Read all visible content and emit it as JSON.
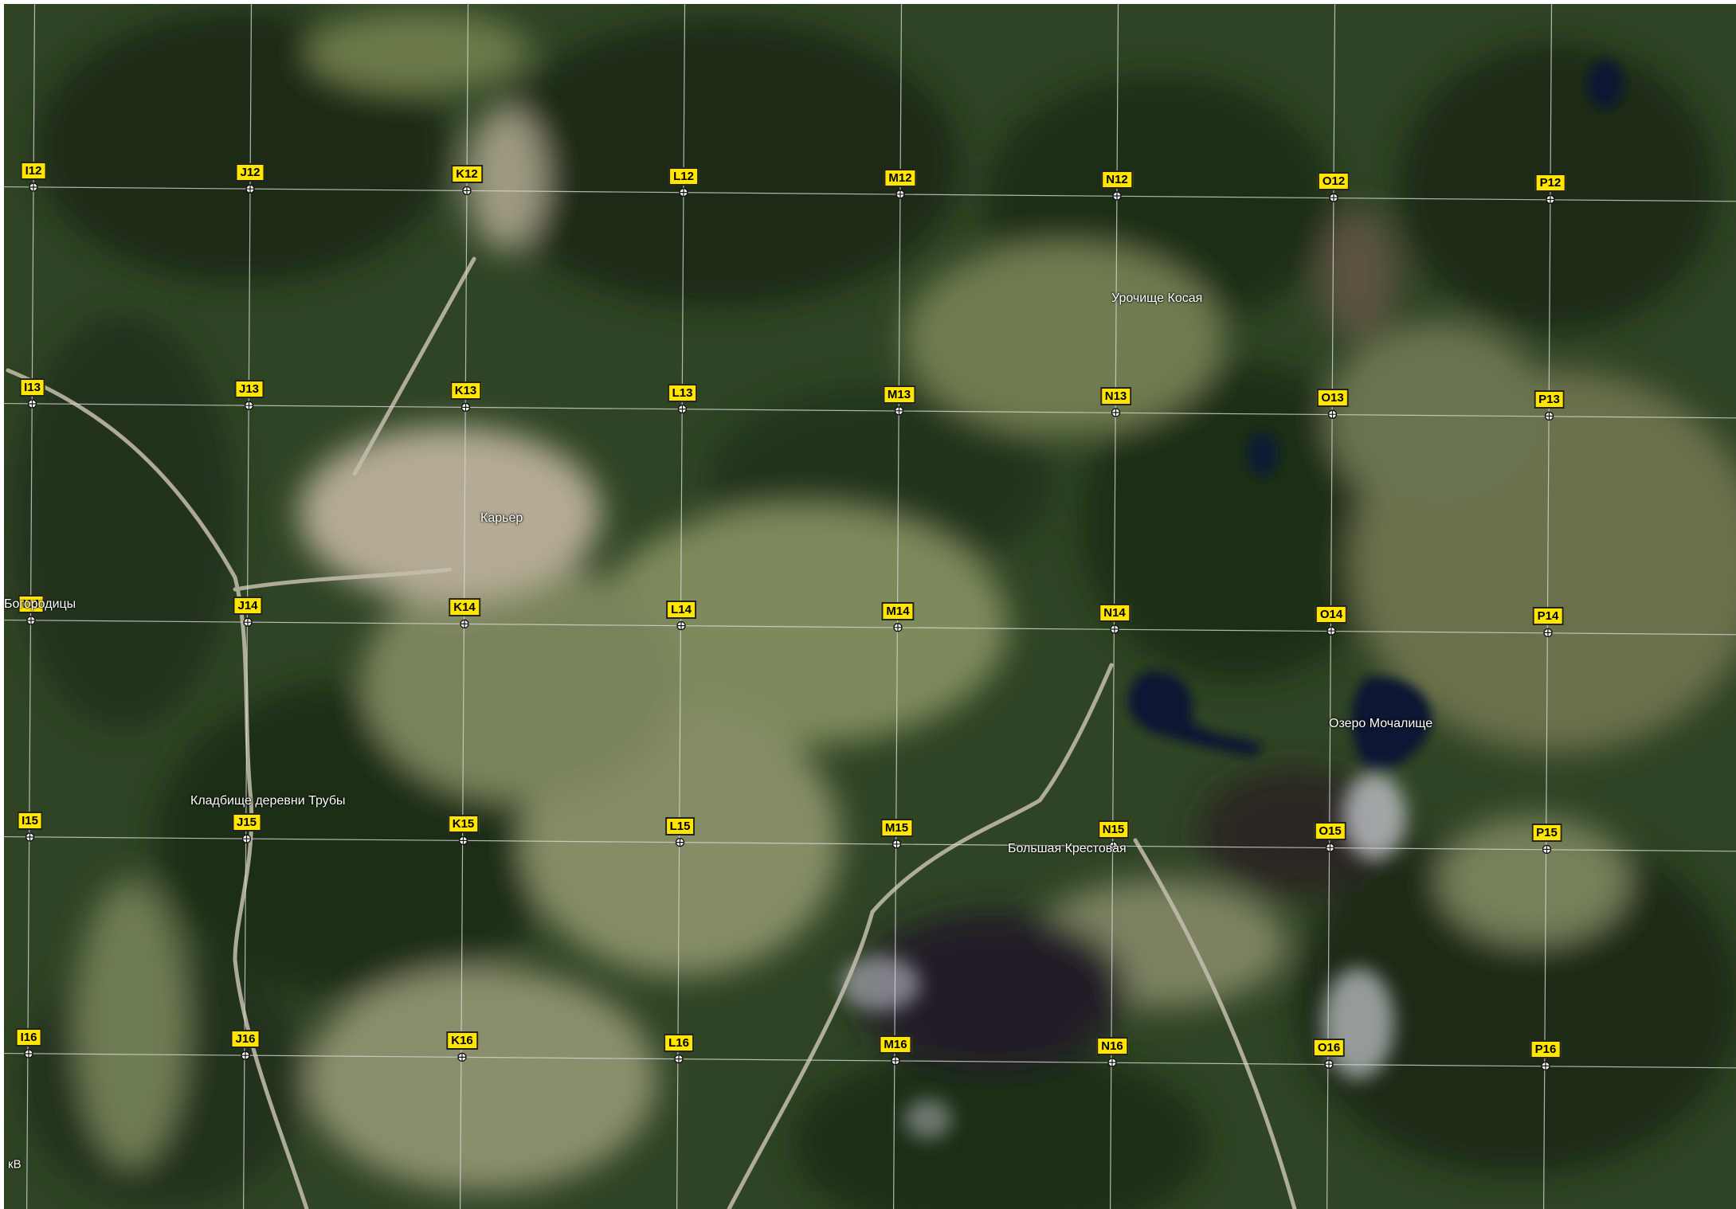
{
  "map": {
    "columns": [
      "I",
      "J",
      "K",
      "L",
      "M",
      "N",
      "O",
      "P"
    ],
    "rows": [
      "12",
      "13",
      "14",
      "15",
      "16"
    ],
    "places": [
      {
        "id": "urochishche-kosaya",
        "name": "Урочище Косая"
      },
      {
        "id": "karer",
        "name": "Карьер"
      },
      {
        "id": "bogorodicy",
        "name": "Богородицы"
      },
      {
        "id": "ozero-mochalishche",
        "name": "Озеро Мочалище"
      },
      {
        "id": "kladbishche",
        "name": "Кладбище деревни Трубы"
      },
      {
        "id": "bolshaya-krestovaya",
        "name": "Большая Крестовая"
      },
      {
        "id": "corner-kv",
        "name": "кВ"
      }
    ],
    "colors": {
      "forest_dark": "#1c2b17",
      "forest": "#2f4424",
      "field": "#7e8a5c",
      "clearing": "#a3a486",
      "quarry": "#b3ab93",
      "water": "#0d1630",
      "grid_line": "#d8d8d8",
      "label_bg": "#ffe600"
    },
    "marker_icon": "crosshair-circle-icon"
  }
}
